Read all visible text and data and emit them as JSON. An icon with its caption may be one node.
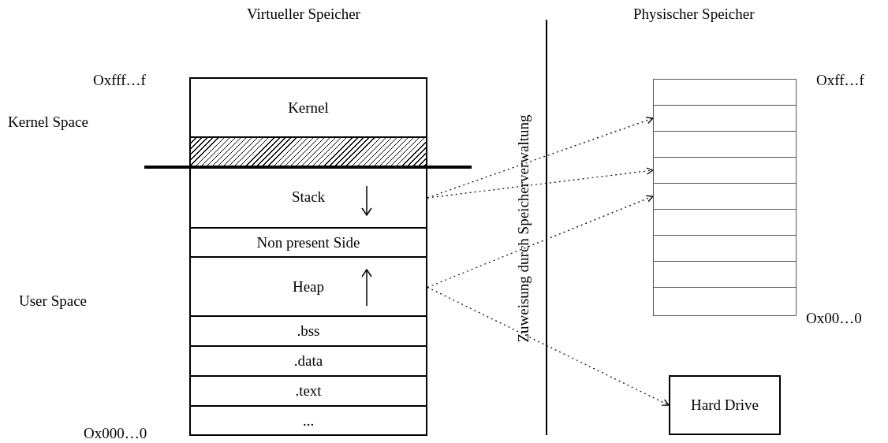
{
  "diagram": {
    "nodes": [
      {
        "text": [
          "Kernel"
        ]
      },
      {
        "text": [],
        "shape": "box"
      },
      {
        "text": [
          "Stack"
        ]
      },
      {
        "text": [
          "Non present Side"
        ]
      },
      {
        "text": [
          "Heap"
        ]
      },
      {
        "text": [
          ".bss"
        ]
      },
      {
        "text": [
          ".data"
        ]
      },
      {
        "text": [
          ".text"
        ]
      },
      {
        "text": [
          "..."
        ]
      },
      {
        "text": [],
        "shape": "box"
      },
      {
        "text": [],
        "shape": "box"
      },
      {
        "text": [],
        "shape": "box"
      },
      {
        "text": [],
        "shape": "box"
      },
      {
        "text": [],
        "shape": "box"
      },
      {
        "text": [],
        "shape": "box"
      },
      {
        "text": [],
        "shape": "box"
      },
      {
        "text": [],
        "shape": "box"
      },
      {
        "text": [],
        "shape": "box"
      },
      {
        "text": [
          "Hard Drive"
        ]
      }
    ],
    "edges": [
      {
        "from": 2,
        "to": 10,
        "arrow": "to",
        "style": "dashed"
      },
      {
        "from": 2,
        "to": 12,
        "arrow": "to",
        "style": "dashed"
      },
      {
        "from": 4,
        "to": 13,
        "arrow": "to",
        "style": "dashed"
      },
      {
        "from": 4,
        "to": 18,
        "arrow": "to",
        "style": "dashed"
      }
    ],
    "labels": [
      "Virtueller Speicher",
      "Physischer Speicher",
      "Oxfff…f",
      "Kernel Space",
      "Zuweisung durch Speicherverwaltung",
      "Oxff…f",
      "User Space",
      "Ox00…0",
      "Ox000…0"
    ]
  }
}
